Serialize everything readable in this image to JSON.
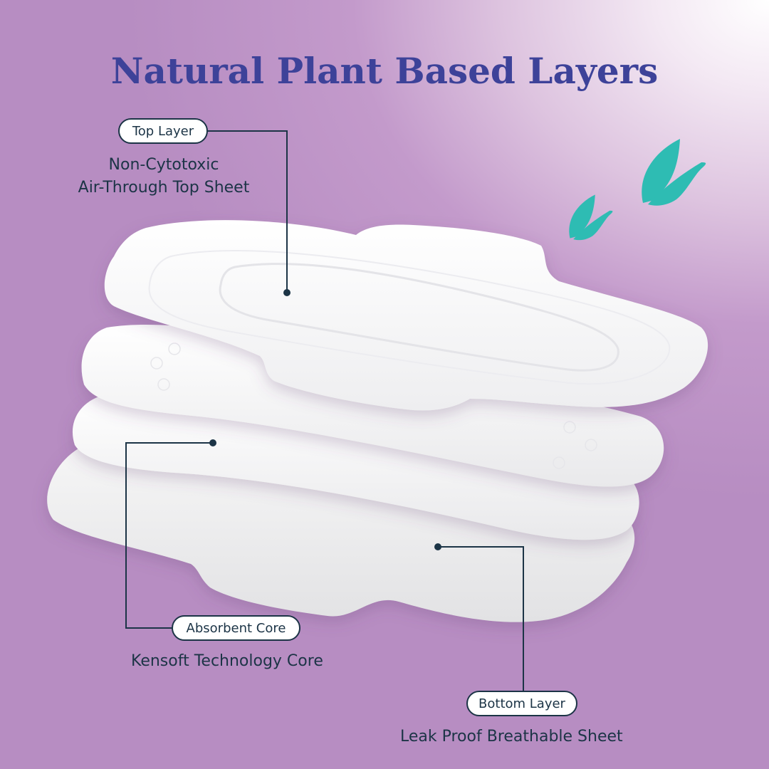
{
  "title": "Natural Plant Based Layers",
  "layers": [
    {
      "label": "Top Layer",
      "description_lines": [
        "Non-Cytotoxic",
        "Air-Through Top Sheet"
      ]
    },
    {
      "label": "Absorbent Core",
      "description_lines": [
        "Kensoft Technology Core"
      ]
    },
    {
      "label": "Bottom Layer",
      "description_lines": [
        "Leak Proof Breathable Sheet"
      ]
    }
  ],
  "colors": {
    "title": "#3d4299",
    "text": "#1c3446",
    "bird": "#2ebcb3",
    "background": "#b78dc2"
  },
  "icons": [
    "bird-icon",
    "bird-icon"
  ]
}
